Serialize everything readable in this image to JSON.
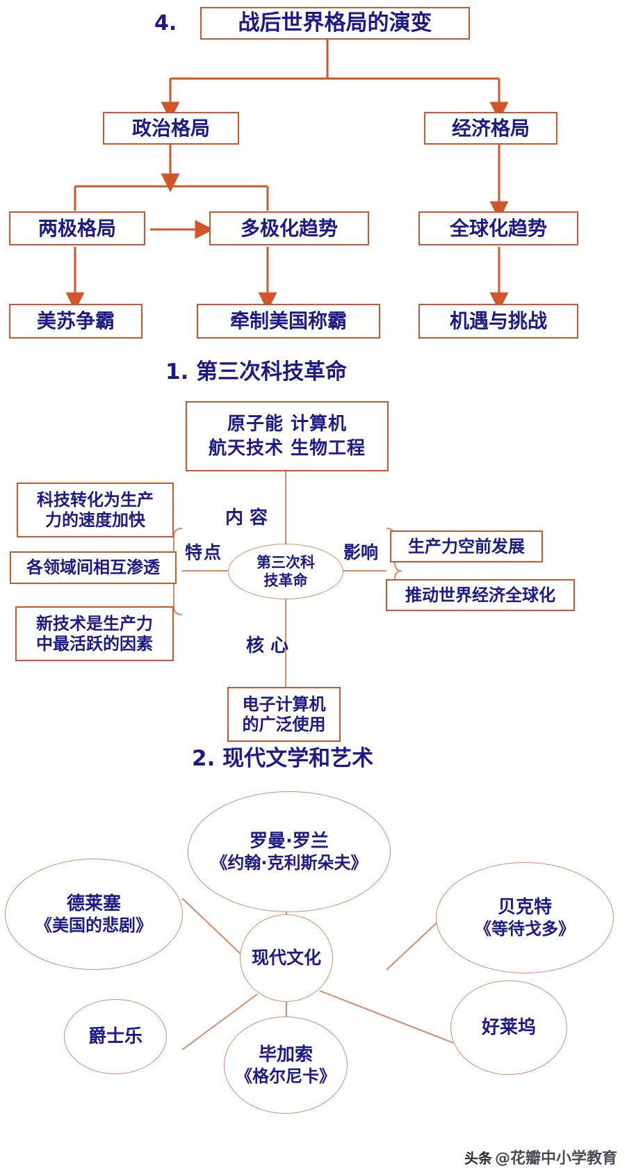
{
  "colors": {
    "box_border": "#d2552a",
    "ellipse_border": "#d98a6a",
    "text": "#1a1a8c",
    "connector": "#d2552a",
    "background": "#ffffff"
  },
  "section1": {
    "number": "4.",
    "title": "战后世界格局的演变",
    "level2": [
      "政治格局",
      "经济格局"
    ],
    "level3": [
      "两极格局",
      "多极化趋势",
      "全球化趋势"
    ],
    "level4": [
      "美苏争霸",
      "牵制美国称霸",
      "机遇与挑战"
    ]
  },
  "section2": {
    "number": "1.",
    "title": "第三次科技革命",
    "center": "第三次科技革命",
    "branch_labels": {
      "content": "内  容",
      "feature": "特点",
      "impact": "影响",
      "core": "核  心"
    },
    "content_items": [
      "原子能",
      "计算机",
      "航天技术",
      "生物工程"
    ],
    "content_line1": "原子能    计算机",
    "content_line2": "航天技术   生物工程",
    "features": [
      "科技转化为生产力的速度加快",
      "各领域间相互渗透",
      "新技术是生产力中最活跃的因素"
    ],
    "features_lines": [
      [
        "科技转化为生产",
        "力的速度加快"
      ],
      [
        "各领域间相互渗透"
      ],
      [
        "新技术是生产力",
        "中最活跃的因素"
      ]
    ],
    "impacts": [
      "生产力空前发展",
      "推动世界经济全球化"
    ],
    "core": "电子计算机的广泛使用",
    "core_lines": [
      "电子计算机",
      "的广泛使用"
    ]
  },
  "section3": {
    "number": "2.",
    "title": "现代文学和艺术",
    "center": "现代文化",
    "nodes": [
      {
        "name": "罗曼·罗兰",
        "work": "《约翰·克利斯朵夫》"
      },
      {
        "name": "贝克特",
        "work": "《等待戈多》"
      },
      {
        "name": "德莱塞",
        "work": "《美国的悲剧》"
      },
      {
        "name": "爵士乐",
        "work": ""
      },
      {
        "name": "毕加索",
        "work": "《格尔尼卡》"
      },
      {
        "name": "好莱坞",
        "work": ""
      }
    ]
  },
  "watermark": {
    "prefix": "头条",
    "handle": "@花瓣中小学教育"
  }
}
